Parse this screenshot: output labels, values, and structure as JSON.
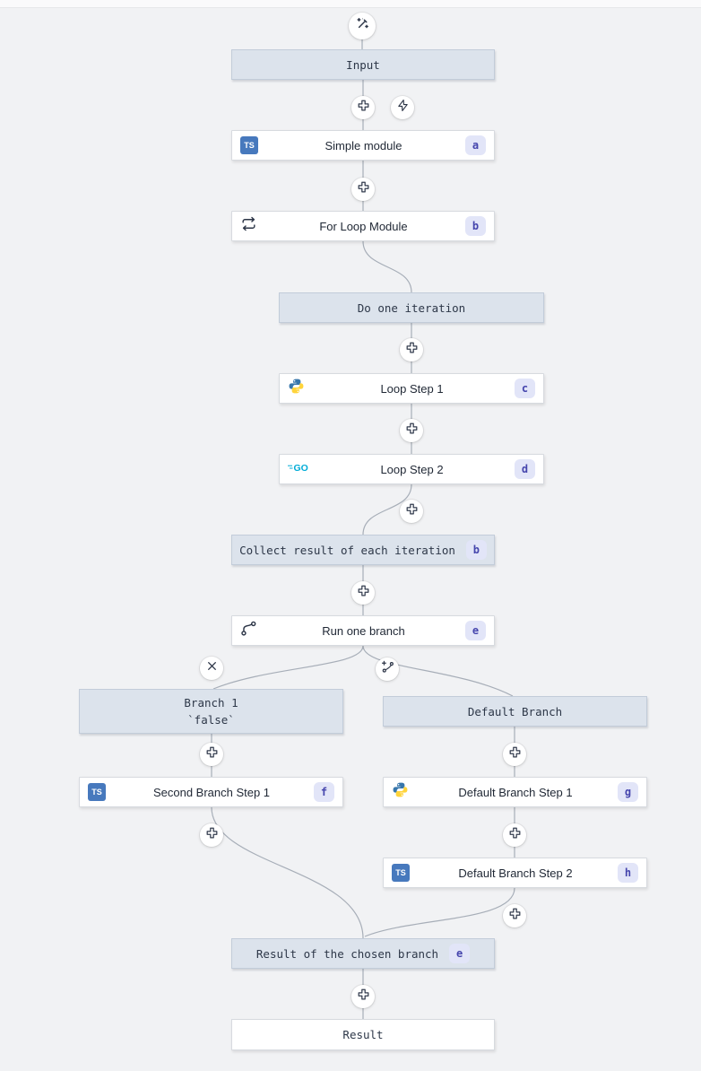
{
  "flow": {
    "input": {
      "label": "Input"
    },
    "simple_module": {
      "label": "Simple module",
      "badge": "a"
    },
    "for_loop_module": {
      "label": "For Loop Module",
      "badge": "b"
    },
    "do_one_iteration": {
      "label": "Do one iteration"
    },
    "loop_step_1": {
      "label": "Loop Step 1",
      "badge": "c"
    },
    "loop_step_2": {
      "label": "Loop Step 2",
      "badge": "d"
    },
    "collect_result": {
      "label": "Collect result of each iteration",
      "badge": "b"
    },
    "run_one_branch": {
      "label": "Run one branch",
      "badge": "e"
    },
    "branch_1": {
      "label": "Branch 1",
      "condition": "`false`"
    },
    "default_branch": {
      "label": "Default Branch"
    },
    "second_branch_step_1": {
      "label": "Second Branch Step 1",
      "badge": "f"
    },
    "default_branch_step_1": {
      "label": "Default Branch Step 1",
      "badge": "g"
    },
    "default_branch_step_2": {
      "label": "Default Branch Step 2",
      "badge": "h"
    },
    "result_of_chosen_branch": {
      "label": "Result of the chosen branch",
      "badge": "e"
    },
    "result": {
      "label": "Result"
    }
  },
  "icons": {
    "ts_label": "TS",
    "go_label": "GO",
    "top": "wand-sparkles-icon",
    "between_steps": "plus-icon",
    "trigger": "zap-icon",
    "loop": "repeat-icon",
    "branch": "git-branch-icon",
    "remove_branch": "x-icon",
    "add_branch": "git-branch-plus-icon"
  },
  "colors": {
    "canvas_bg": "#f1f2f4",
    "virtual_node_bg": "#dce3ec",
    "virtual_node_border": "#c2ccd9",
    "module_node_bg": "#ffffff",
    "badge_bg": "#e2e5f8",
    "badge_text": "#4545ad",
    "connector": "#a7aeb8",
    "icon_ink": "#2b3446",
    "typescript_blue": "#4779bd",
    "python_blue": "#3776ab",
    "python_yellow": "#ffd43b",
    "go_cyan": "#00acd7"
  }
}
